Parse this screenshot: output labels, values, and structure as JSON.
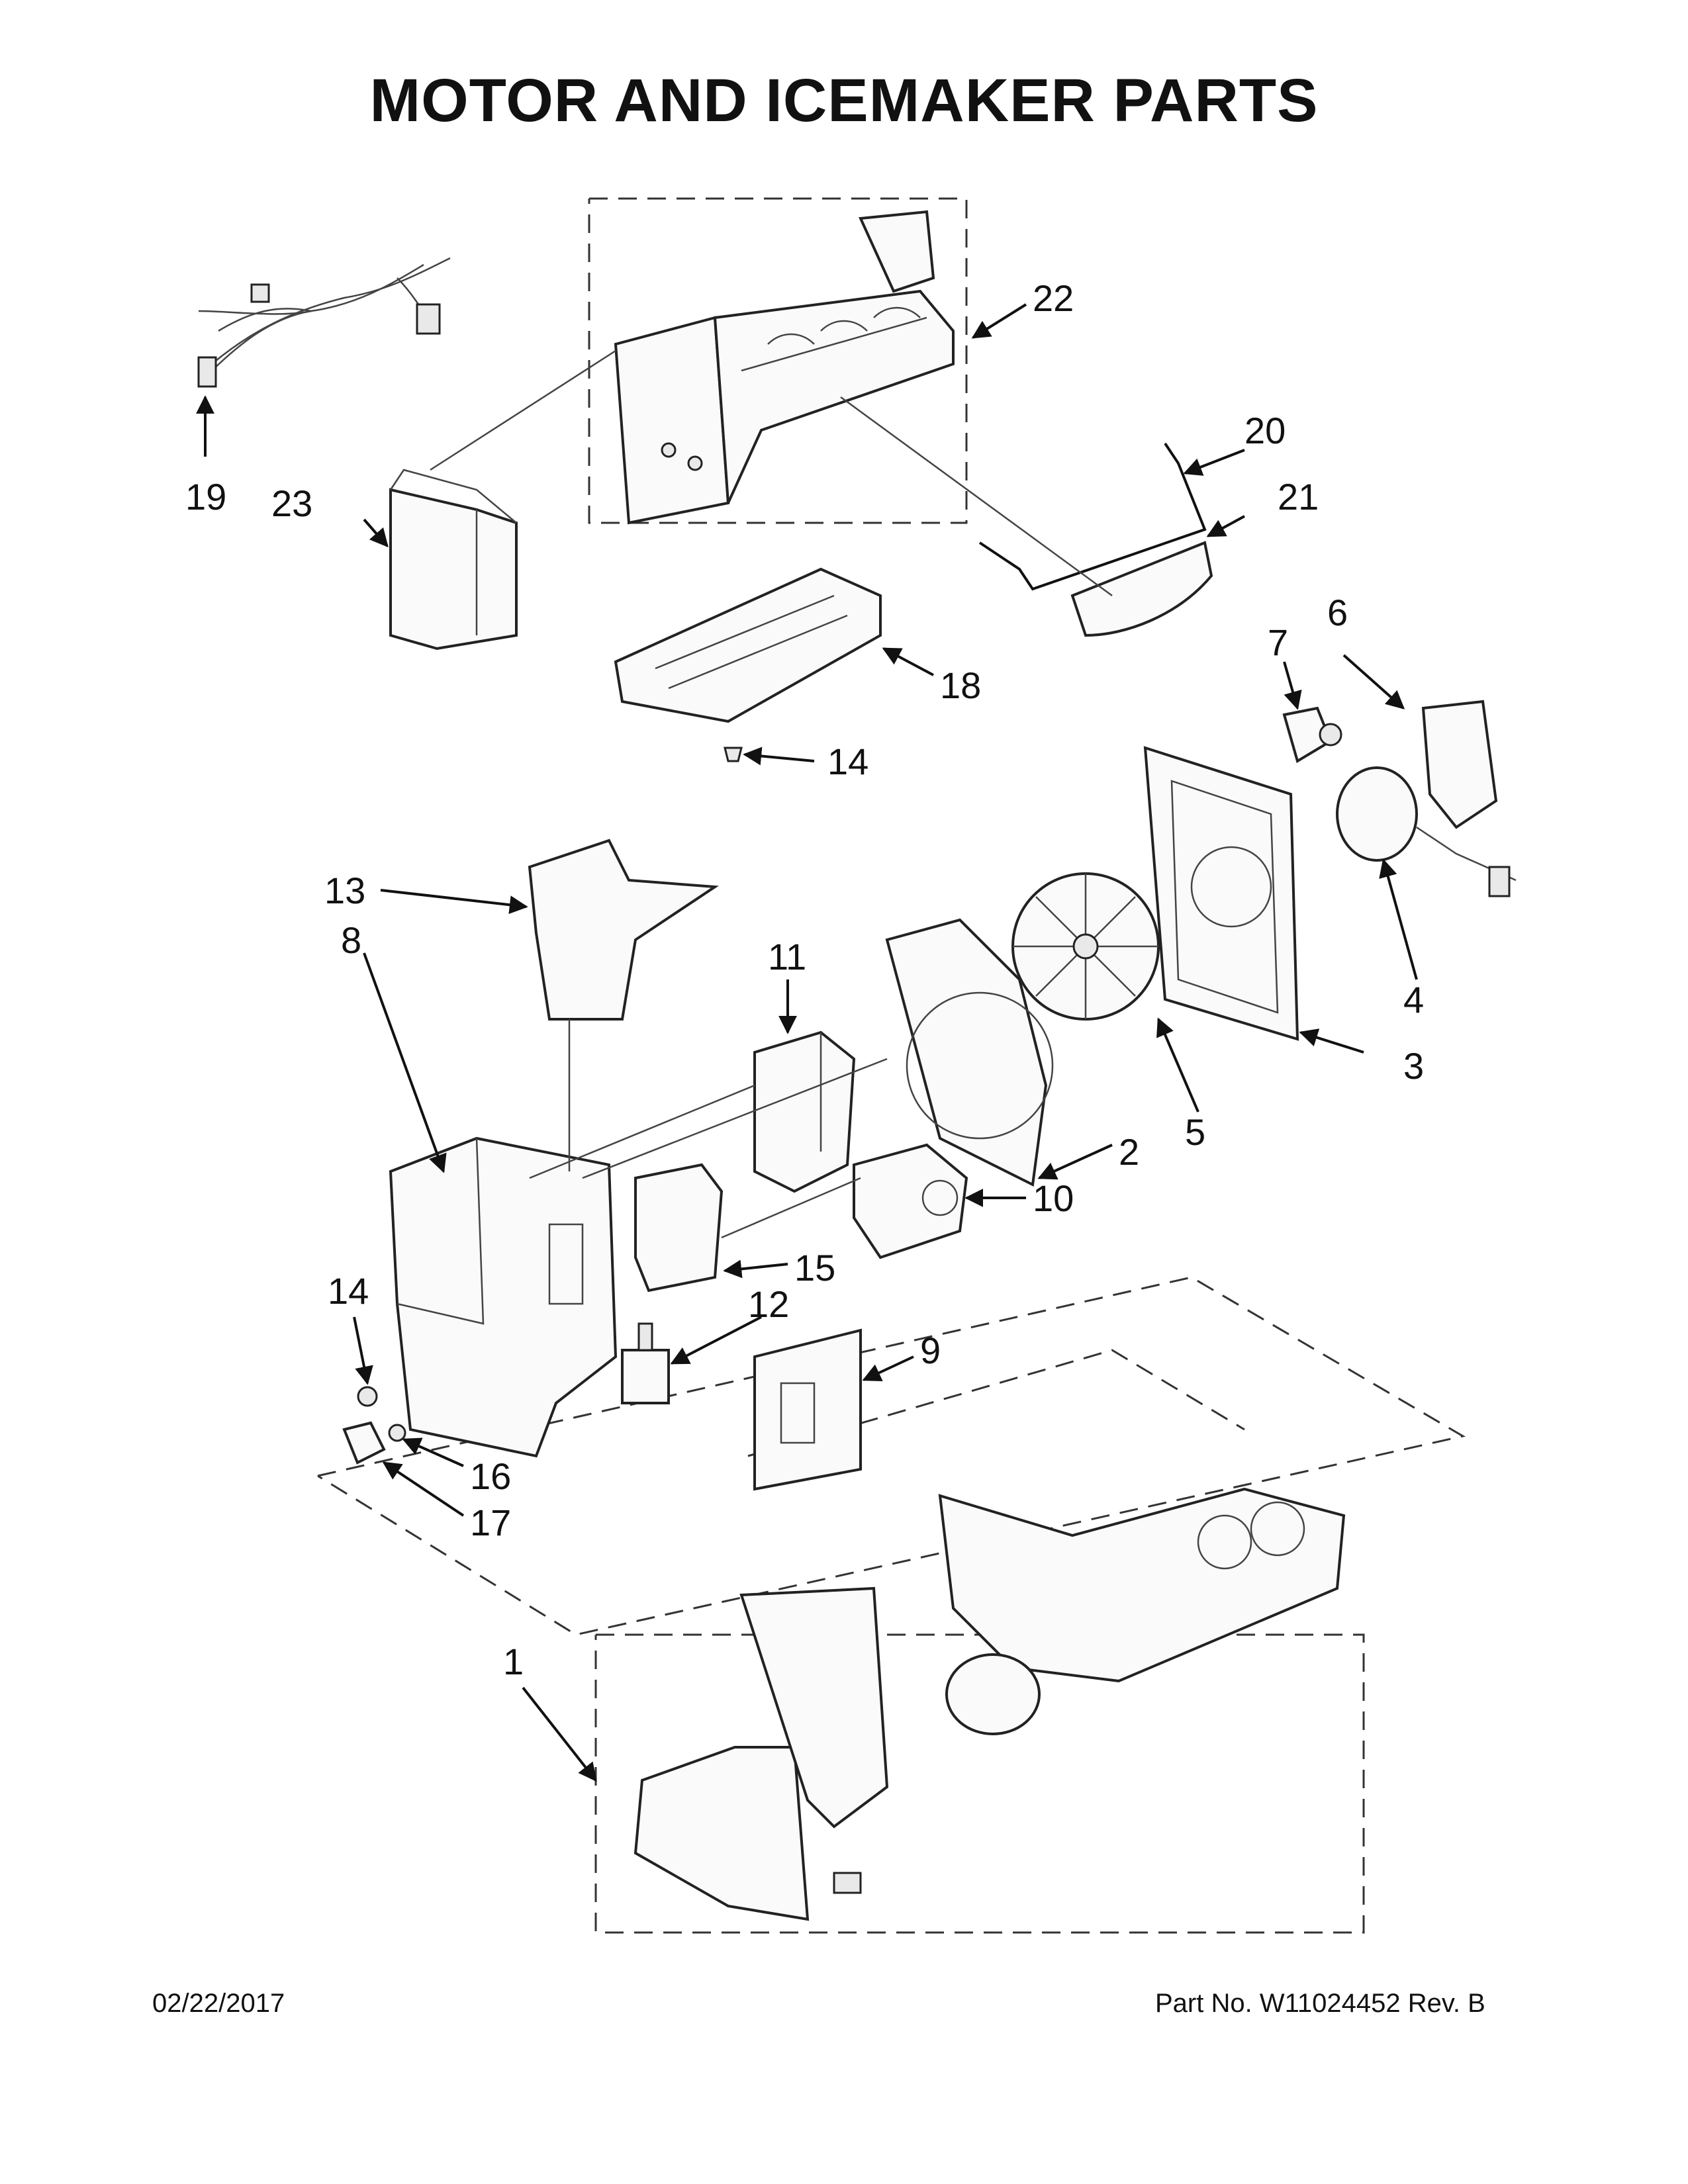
{
  "title": "MOTOR AND ICEMAKER PARTS",
  "footer": {
    "date": "02/22/2017",
    "part_no": "Part No.  W11024452  Rev.  B"
  },
  "callouts": {
    "c1": "1",
    "c2": "2",
    "c3": "3",
    "c4": "4",
    "c5": "5",
    "c6": "6",
    "c7": "7",
    "c8": "8",
    "c9": "9",
    "c10": "10",
    "c11": "11",
    "c12": "12",
    "c13": "13",
    "c14a": "14",
    "c14b": "14",
    "c15": "15",
    "c16": "16",
    "c17": "17",
    "c18": "18",
    "c19": "19",
    "c20": "20",
    "c21": "21",
    "c22": "22",
    "c23": "23"
  }
}
